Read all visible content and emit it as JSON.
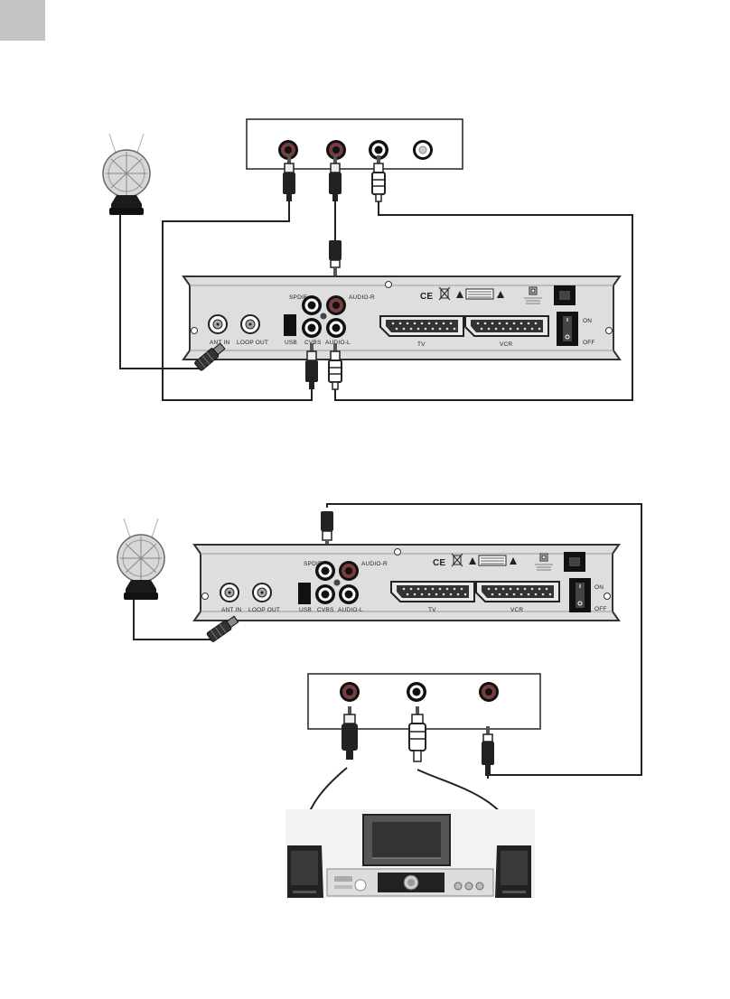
{
  "receiver": {
    "labels": {
      "spdif": "SPDIF",
      "audio_r": "AUDIO-R",
      "audio_l": "AUDIO-L",
      "cvbs": "CVBS",
      "usb": "USB",
      "ant_in": "ANT IN",
      "loop_out": "LOOP OUT",
      "tv": "TV",
      "vcr": "VCR",
      "on": "ON",
      "off": "OFF",
      "ce": "CE"
    }
  },
  "colors": {
    "device_fill": "#dedede",
    "device_stroke": "#333333",
    "cable": "#222222",
    "corner_tab": "#c4c4c4"
  }
}
